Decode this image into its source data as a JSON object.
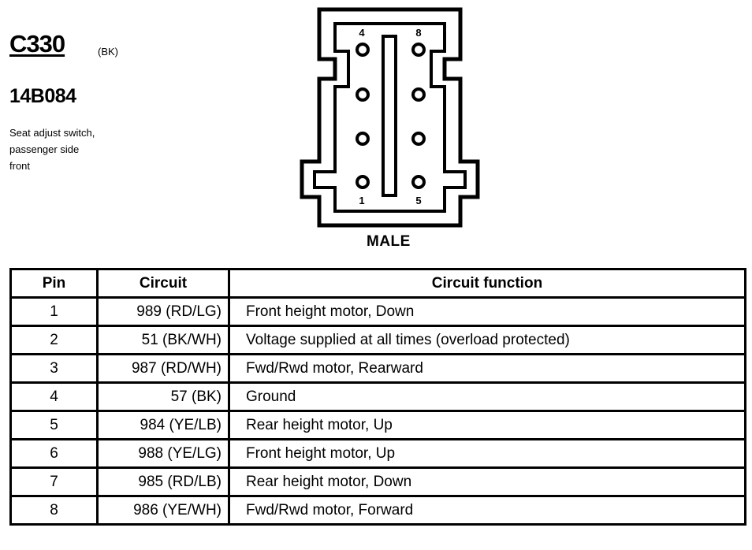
{
  "connector": {
    "id": "C330",
    "color": "(BK)",
    "part_number": "14B084",
    "description_lines": [
      "Seat adjust switch,",
      "passenger side",
      "front"
    ],
    "gender": "MALE",
    "pin_labels": {
      "top_left": "4",
      "top_right": "8",
      "bottom_left": "1",
      "bottom_right": "5"
    }
  },
  "table": {
    "headers": {
      "pin": "Pin",
      "circuit": "Circuit",
      "function": "Circuit function"
    },
    "rows": [
      {
        "pin": "1",
        "circuit": "989 (RD/LG)",
        "function": "Front height motor, Down"
      },
      {
        "pin": "2",
        "circuit": "51 (BK/WH)",
        "function": "Voltage supplied at all times (overload protected)"
      },
      {
        "pin": "3",
        "circuit": "987 (RD/WH)",
        "function": "Fwd/Rwd motor, Rearward"
      },
      {
        "pin": "4",
        "circuit": "57 (BK)",
        "function": "Ground"
      },
      {
        "pin": "5",
        "circuit": "984 (YE/LB)",
        "function": "Rear height motor, Up"
      },
      {
        "pin": "6",
        "circuit": "988 (YE/LG)",
        "function": "Front height motor, Up"
      },
      {
        "pin": "7",
        "circuit": "985 (RD/LB)",
        "function": "Rear height motor, Down"
      },
      {
        "pin": "8",
        "circuit": "986 (YE/WH)",
        "function": "Fwd/Rwd motor, Forward"
      }
    ]
  }
}
